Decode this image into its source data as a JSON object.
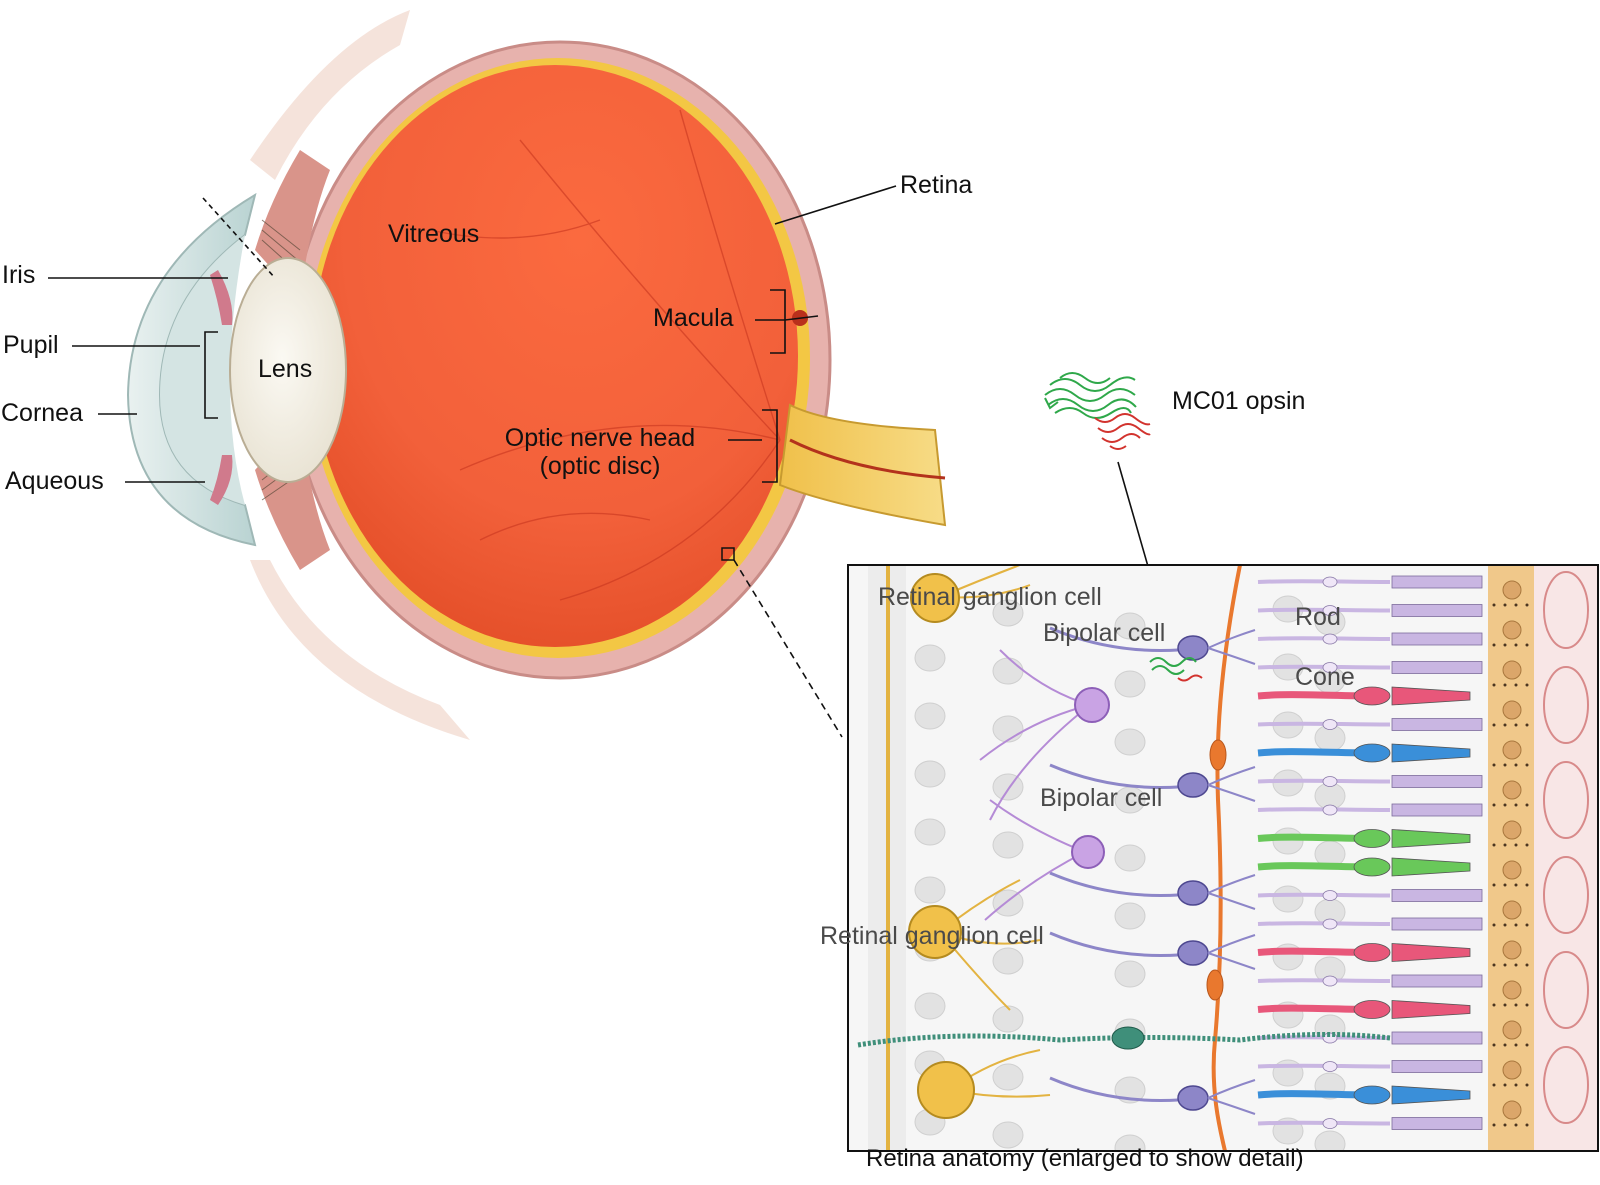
{
  "eye_labels": {
    "iris": "Iris",
    "pupil": "Pupil",
    "cornea": "Cornea",
    "aqueous": "Aqueous",
    "lens": "Lens",
    "vitreous": "Vitreous",
    "retina": "Retina",
    "macula": "Macula",
    "optic_nerve_head": "Optic nerve head",
    "optic_disc": "(optic disc)"
  },
  "opsin_label": "MC01 opsin",
  "retina_panel": {
    "labels": {
      "rgc_top": "Retinal ganglion cell",
      "bipolar_top": "Bipolar cell",
      "rod": "Rod",
      "cone": "Cone",
      "bipolar_mid": "Bipolar cell",
      "rgc_bottom": "Retinal ganglion cell"
    },
    "caption": "Retina anatomy (enlarged to show detail)"
  },
  "colors": {
    "vitreous": "#f2603a",
    "retina_layer": "#f3c744",
    "sclera": "#e8b4b0",
    "cornea": "#cfe1e0",
    "lens": "#f3efe6",
    "rgc": "#f1c14a",
    "bipolar": "#8d86c8",
    "amacrine": "#b58bd6",
    "horizontal": "#3f8f7a",
    "muller": "#e9782e",
    "rod": "#c9b6e2",
    "cone_red": "#e8577a",
    "cone_blue": "#3a8fd9",
    "cone_green": "#69c85a",
    "rpe": "#f0c88a",
    "choroid": "#f6dede",
    "opsin_green": "#2fa84a",
    "opsin_red": "#d2332e"
  }
}
